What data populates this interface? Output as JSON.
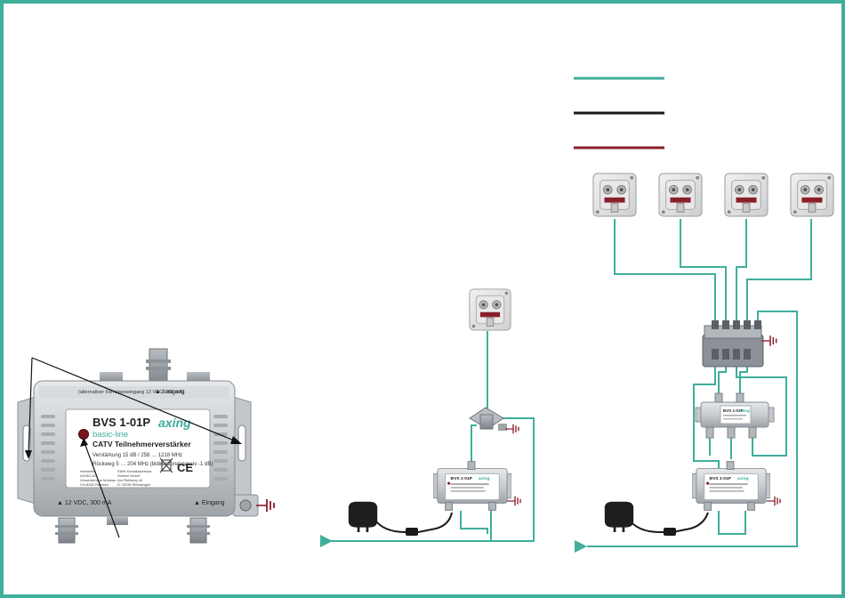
{
  "colors": {
    "frame": "#3fae9b",
    "coax": "#3fae9b",
    "power": "#1a1a1a",
    "jumper": "#8b1e2b",
    "ground": "#8b1e2b",
    "housing": "#c9cdd1"
  },
  "legend": [
    {
      "color": "#3fae9b",
      "label": ""
    },
    {
      "color": "#1a1a1a",
      "label": ""
    },
    {
      "color": "#8b1e2b",
      "label": ""
    }
  ],
  "device": {
    "top_label": "(alternativer Fernspeiseingang 12 VDC, 300 mA)",
    "output_label": "▲ Ausgang",
    "model": "BVS 1-01P",
    "brand": "axing",
    "line": "basic-line",
    "product": "CATV Teilnehmerverstärker",
    "spec_gain": "Verstärkung 15 dB / 258 … 1218 MHz",
    "spec_return": "Rückweg 5 … 204 MHz (bidirektional passiv -1 dB)",
    "maker_col1": [
      "Hersteller",
      "AXING AG",
      "Gewerbehaus Moskau",
      "CH-8262 Ramsen"
    ],
    "maker_col2": [
      "EWR Kontaktadresse:",
      "Goebel GmbH",
      "Am Rebberg 44",
      "D-78239 Rielasingen"
    ],
    "power_label": "▲ 12 VDC, 300 mA",
    "input_label": "▲ Eingang"
  },
  "middle_scenario": {
    "outlets": 1,
    "amplifier_model": "BVS 1-01P",
    "amplifier_brand": "axing"
  },
  "right_scenario": {
    "outlets": 4,
    "amplifier_model": "BVS 1-01P",
    "amplifier_brand": "axing"
  }
}
